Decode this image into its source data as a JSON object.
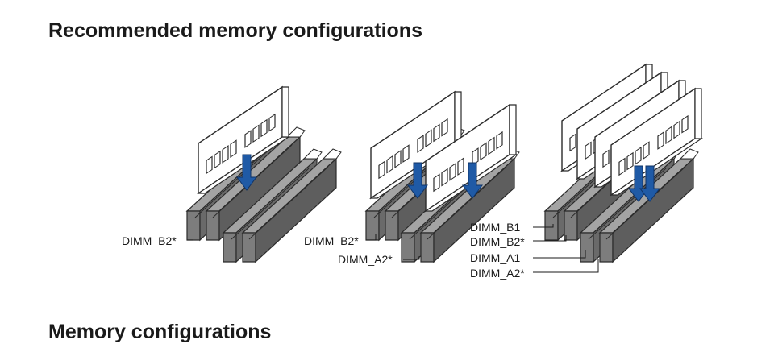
{
  "page": {
    "title": "Recommended memory configurations",
    "section_heading": "Memory configurations"
  },
  "configs": [
    {
      "id": "one-dimm",
      "labels": [
        "DIMM_B2*"
      ]
    },
    {
      "id": "two-dimms",
      "labels": [
        "DIMM_B2*",
        "DIMM_A2*"
      ]
    },
    {
      "id": "four-dimms",
      "labels": [
        "DIMM_B1",
        "DIMM_B2*",
        "DIMM_A1",
        "DIMM_A2*"
      ]
    }
  ],
  "colors": {
    "slot_fill": "#7d7d7d",
    "slot_edge": "#2b2b2b",
    "slot_top": "#a4a4a4",
    "module_fill": "#ffffff",
    "arrow": "#1f5aa6"
  }
}
